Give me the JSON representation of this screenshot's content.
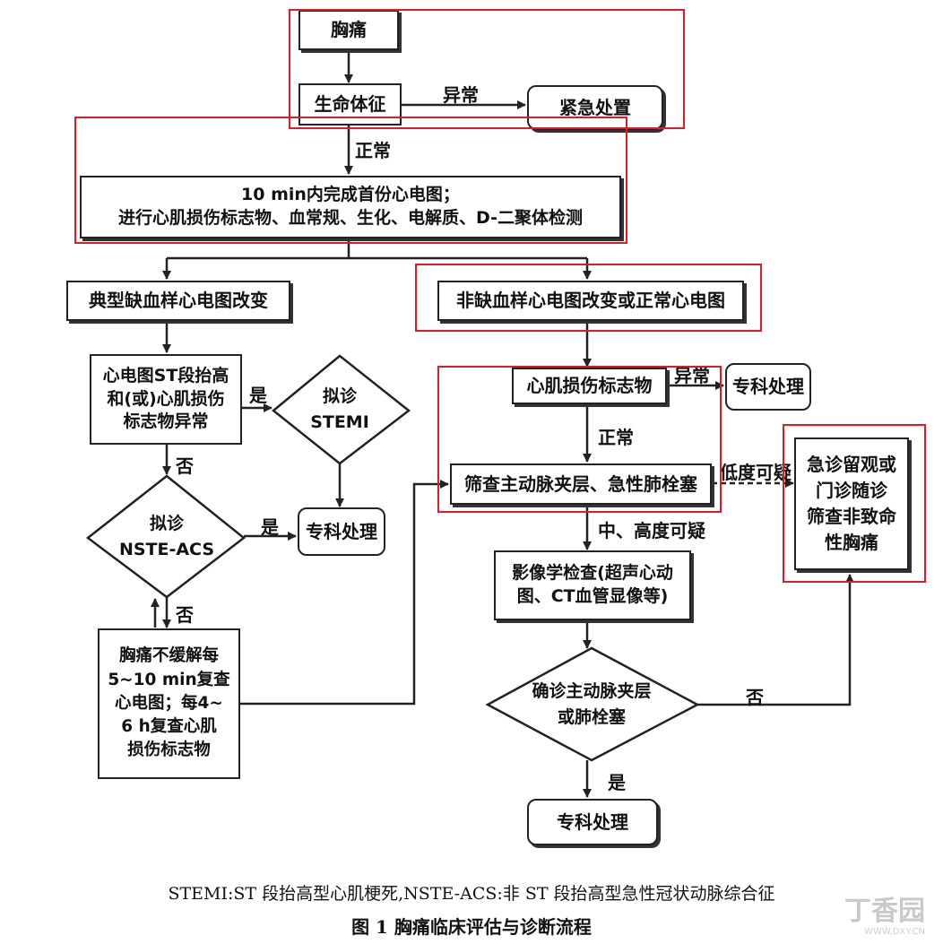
{
  "nodes": {
    "chest_pain": "胸痛",
    "vital_signs": "生命体征",
    "emergency": "紧急处置",
    "first_ecg": "10 min内完成首份心电图；\n进行心肌损伤标志物、血常规、生化、电解质、D-二聚体检测",
    "typical_ecg": "典型缺血样心电图改变",
    "non_ischemic_ecg": "非缺血样心电图改变或正常心电图",
    "st_elevation": "心电图ST段抬高\n和(或)心肌损伤\n标志物异常",
    "stemi_diamond": "拟诊\nSTEMI",
    "marker": "心肌损伤标志物",
    "specialist_1": "专科处理",
    "screen_aortic": "筛查主动脉夹层、急性肺栓塞",
    "observe": "急诊留观或\n门诊随诊\n筛查非致命\n性胸痛",
    "nste_diamond": "拟诊\nNSTE-ACS",
    "specialist_2": "专科处理",
    "imaging": "影像学检查(超声心动\n图、CT血管显像等)",
    "recheck": "胸痛不缓解每\n5~10 min复查\n心电图；每4~\n6 h复查心肌\n损伤标志物",
    "confirm_diamond": "确诊主动脉夹层\n或肺栓塞",
    "specialist_3": "专科处理"
  },
  "edge_labels": {
    "abnormal_1": "异常",
    "normal_1": "正常",
    "yes_1": "是",
    "no_1": "否",
    "abnormal_2": "异常",
    "normal_2": "正常",
    "low_suspicion": "低度可疑",
    "yes_2": "是",
    "mid_high_suspicion": "中、高度可疑",
    "no_2": "否",
    "no_3": "否",
    "yes_3": "是"
  },
  "caption": {
    "abbrev": "STEMI:ST 段抬高型心肌梗死,NSTE-ACS:非 ST 段抬高型急性冠状动脉综合征",
    "title": "图 1    胸痛临床评估与诊断流程"
  },
  "watermark": {
    "text": "丁香园",
    "url": "WWW.DXY.CN"
  },
  "colors": {
    "highlight": "#e01b24",
    "line": "#222222"
  }
}
